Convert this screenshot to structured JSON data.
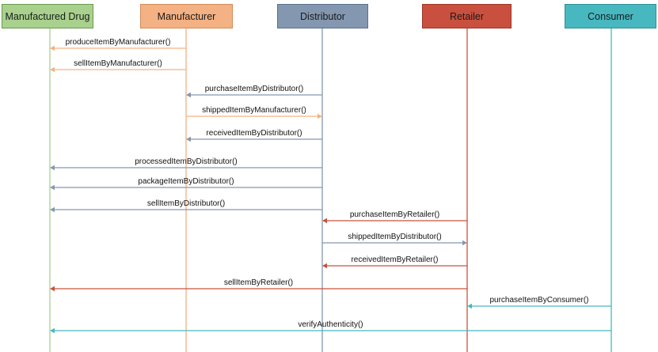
{
  "diagram": {
    "type": "sequence",
    "participants": [
      {
        "id": "drug",
        "label": "Manufactured Drug",
        "fill": "#a9d18e",
        "border": "#6a9a4f",
        "line": "#a9d18e"
      },
      {
        "id": "manufacturer",
        "label": "Manufacturer",
        "fill": "#f4b183",
        "border": "#d38c5b",
        "line": "#f4b183"
      },
      {
        "id": "distributor",
        "label": "Distributor",
        "fill": "#8497b0",
        "border": "#5a6f8c",
        "line": "#8497b0"
      },
      {
        "id": "retailer",
        "label": "Retailer",
        "fill": "#c9503e",
        "border": "#9e3527",
        "line": "#d0523f"
      },
      {
        "id": "consumer",
        "label": "Consumer",
        "fill": "#47b8c0",
        "border": "#2d8f96",
        "line": "#47b8c0"
      }
    ],
    "messages": [
      {
        "label": "produceItemByManufacturer()",
        "from": "manufacturer",
        "to": "drug",
        "color": "#f4b183"
      },
      {
        "label": "sellItemByManufacturer()",
        "from": "manufacturer",
        "to": "drug",
        "color": "#f4b183"
      },
      {
        "label": "purchaseItemByDistributor()",
        "from": "distributor",
        "to": "manufacturer",
        "color": "#8497b0"
      },
      {
        "label": "shippedItemByManufacturer()",
        "from": "manufacturer",
        "to": "distributor",
        "color": "#f4b183"
      },
      {
        "label": "receivedItemByDistributor()",
        "from": "distributor",
        "to": "manufacturer",
        "color": "#8497b0"
      },
      {
        "label": "processedItemByDistributor()",
        "from": "distributor",
        "to": "drug",
        "color": "#8497b0"
      },
      {
        "label": "packageItemByDistributor()",
        "from": "distributor",
        "to": "drug",
        "color": "#8497b0"
      },
      {
        "label": "sellItemByDistributor()",
        "from": "distributor",
        "to": "drug",
        "color": "#8497b0"
      },
      {
        "label": "purchaseItemByRetailer()",
        "from": "retailer",
        "to": "distributor",
        "color": "#c9503e"
      },
      {
        "label": "shippedItemByDistributor()",
        "from": "distributor",
        "to": "retailer",
        "color": "#8497b0"
      },
      {
        "label": "receivedItemByRetailer()",
        "from": "retailer",
        "to": "distributor",
        "color": "#c9503e"
      },
      {
        "label": "sellItemByRetailer()",
        "from": "retailer",
        "to": "drug",
        "color": "#c9503e"
      },
      {
        "label": "purchaseItemByConsumer()",
        "from": "consumer",
        "to": "retailer",
        "color": "#47b8c0"
      },
      {
        "label": "verifyAuthenticity()",
        "from": "consumer",
        "to": "drug",
        "color": "#47b8c0"
      }
    ]
  }
}
